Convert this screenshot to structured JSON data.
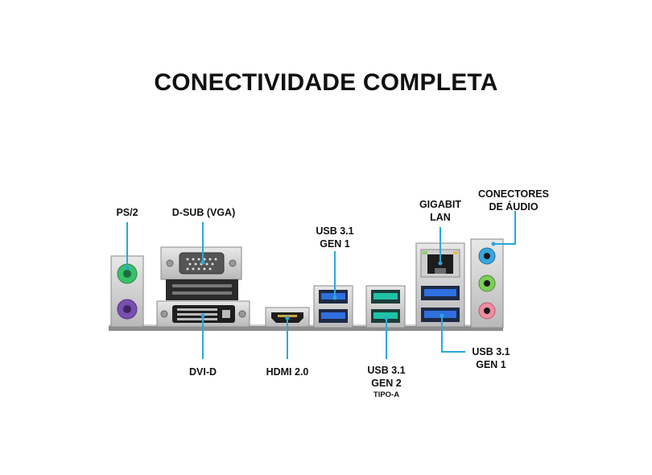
{
  "title": "CONECTIVIDADE COMPLETA",
  "labels": {
    "ps2": "PS/2",
    "dsub": "D-SUB (VGA)",
    "usb_top_1": "USB 3.1",
    "usb_top_2": "GEN 1",
    "gigabit_1": "GIGABIT",
    "gigabit_2": "LAN",
    "audio_1": "CONECTORES",
    "audio_2": "DE ÁUDIO",
    "dvid": "DVI-D",
    "hdmi": "HDMI 2.0",
    "usb_gen2_1": "USB 3.1",
    "usb_gen2_2": "GEN 2",
    "usb_gen2_3": "TIPO-A",
    "usb_right_1": "USB 3.1",
    "usb_right_2": "GEN 1"
  },
  "colors": {
    "leader": "#2aa9d9",
    "ps2_keyboard": "#7a4fb0",
    "ps2_mouse": "#3bbf6b",
    "usb_gen1": "#2f6fe0",
    "usb_gen2": "#1fc2a6",
    "audio_blue": "#39a6e0",
    "audio_green": "#7ccf59",
    "audio_pink": "#ef8da0"
  }
}
